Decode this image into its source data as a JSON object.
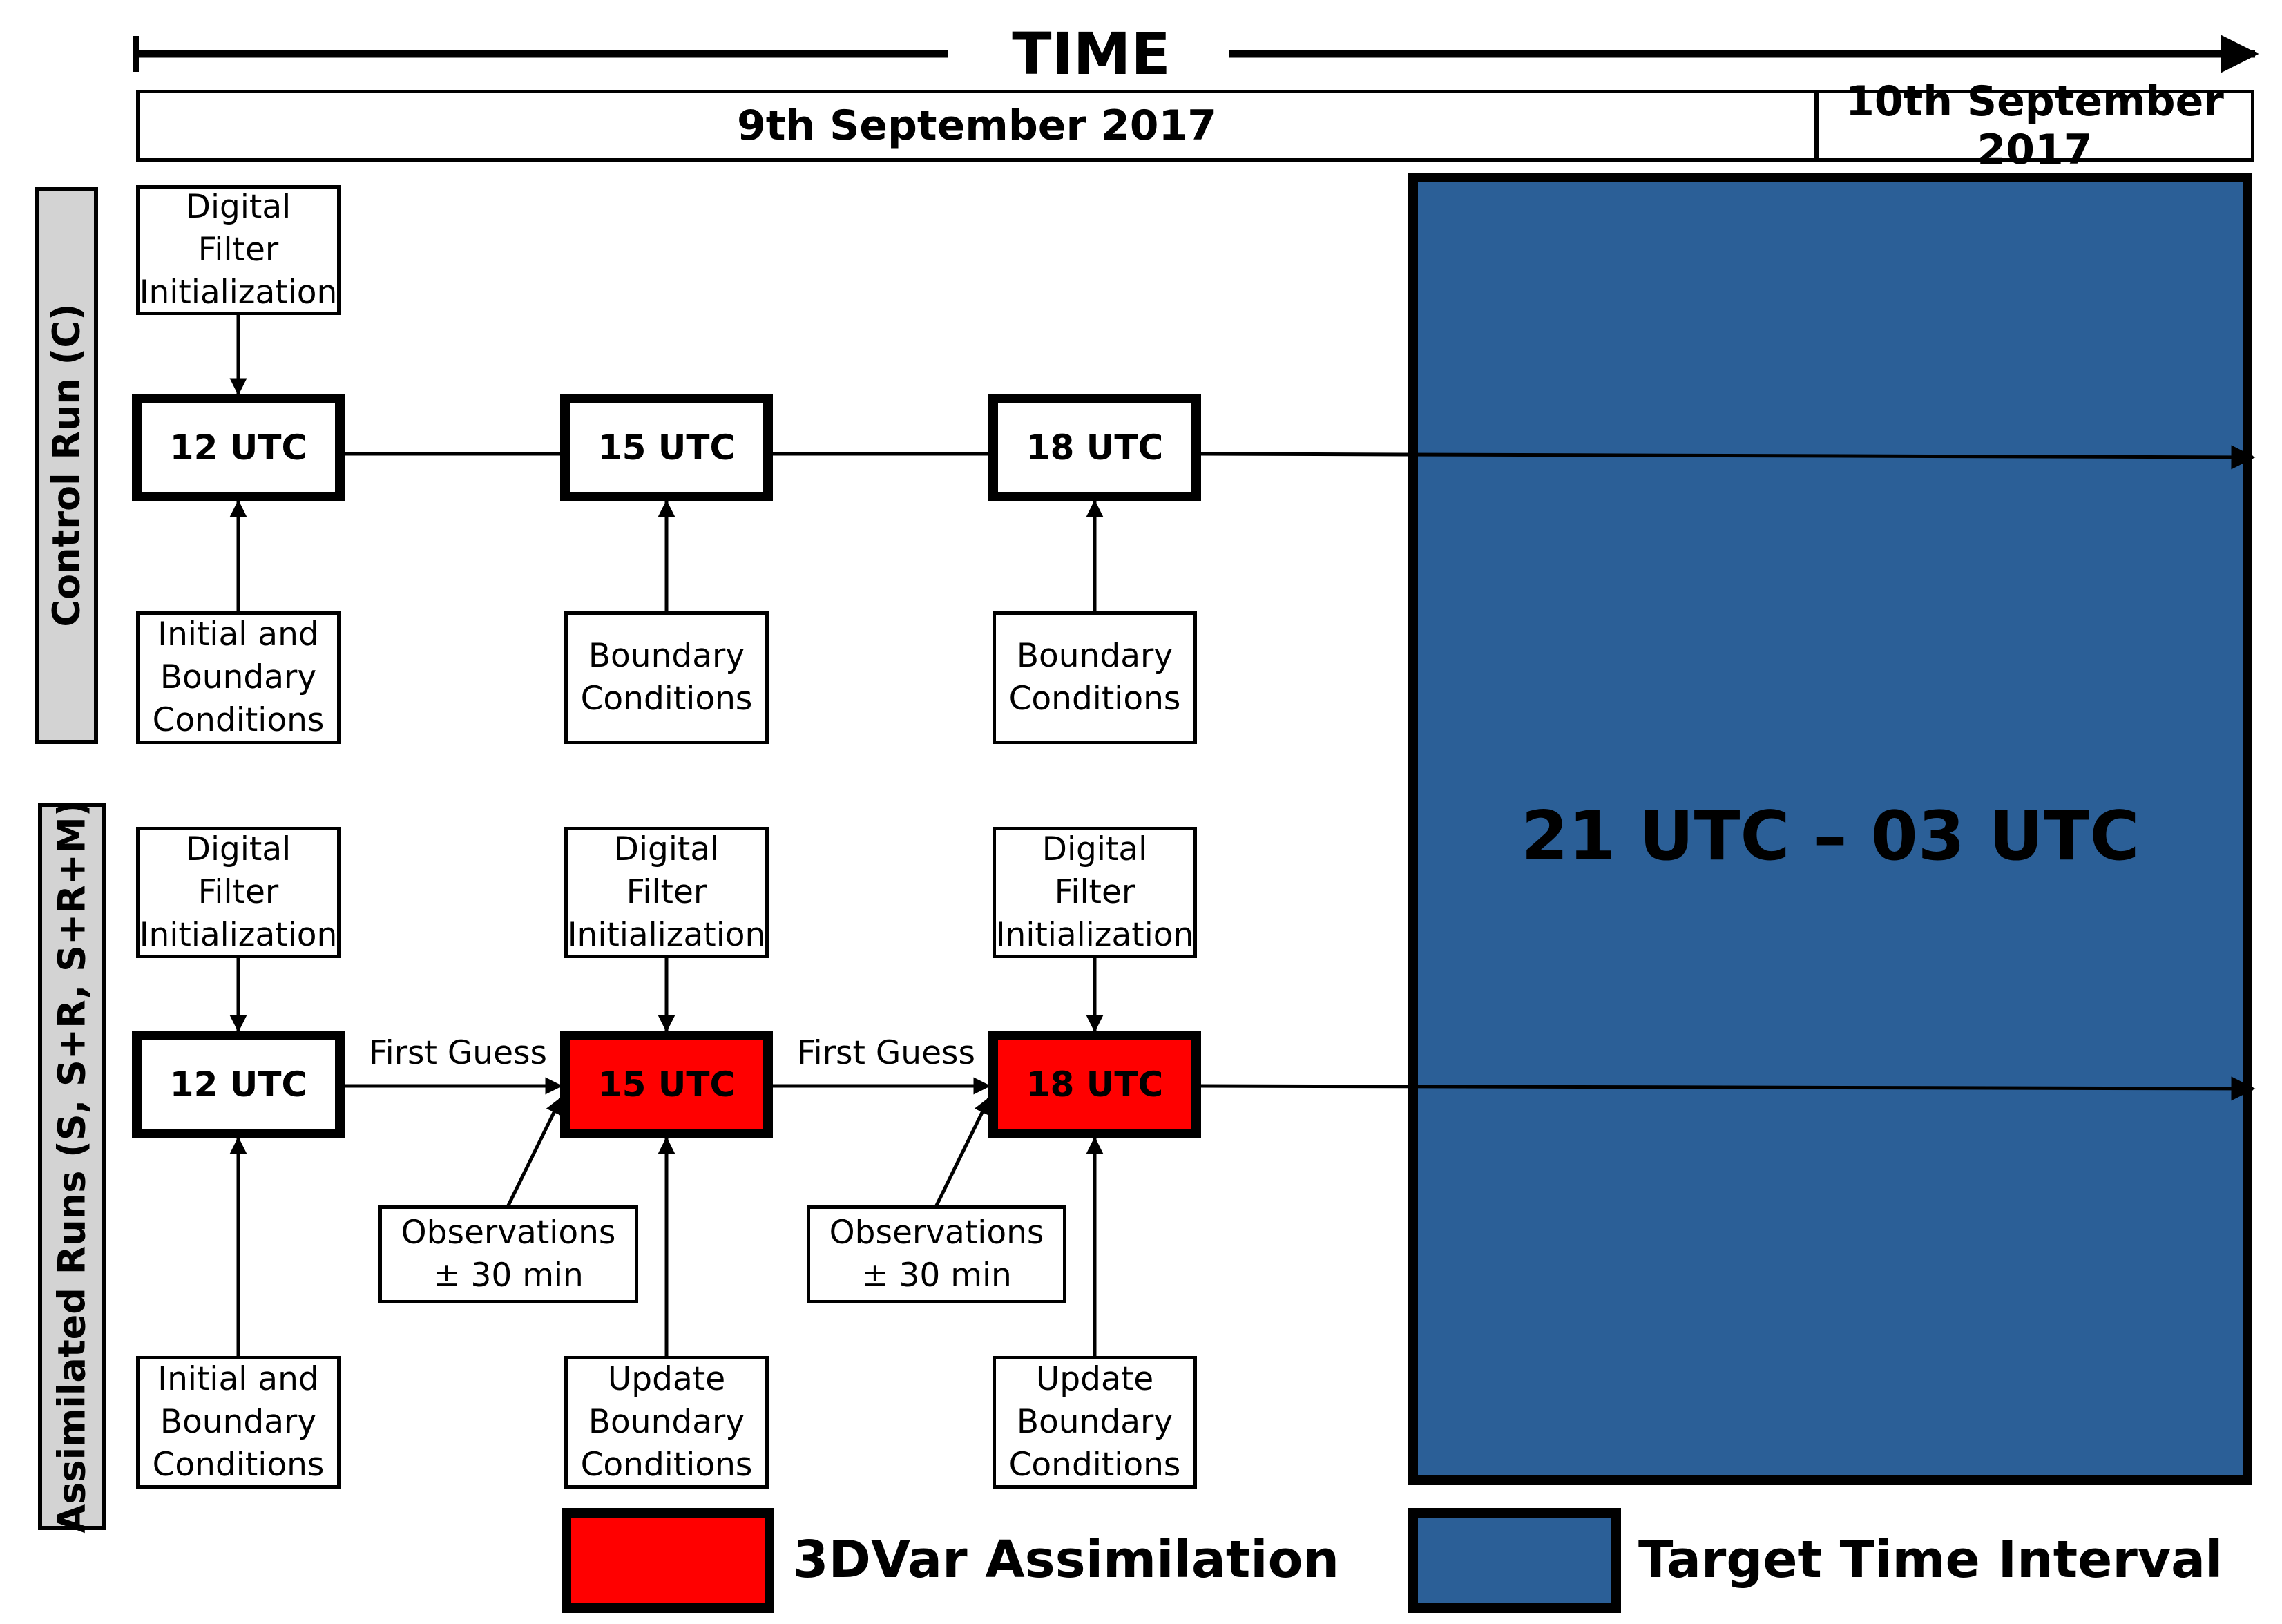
{
  "header": {
    "time_label": "TIME",
    "date_1": "9th September 2017",
    "date_2": "10th September 2017"
  },
  "side_labels": {
    "control": "Control Run (C)",
    "assimilated": "Assimilated Runs (S, S+R, S+R+M)"
  },
  "control_run": {
    "dfi": "Digital\nFilter\nInitialization",
    "utc_12": "12 UTC",
    "utc_15": "15 UTC",
    "utc_18": "18 UTC",
    "init_bc": "Initial and\nBoundary\nConditions",
    "bc_15": "Boundary\nConditions",
    "bc_18": "Boundary\nConditions"
  },
  "assimilated_run": {
    "dfi_12": "Digital\nFilter\nInitialization",
    "dfi_15": "Digital\nFilter\nInitialization",
    "dfi_18": "Digital\nFilter\nInitialization",
    "utc_12": "12 UTC",
    "utc_15": "15 UTC",
    "utc_18": "18 UTC",
    "first_guess_1": "First Guess",
    "first_guess_2": "First Guess",
    "obs_15": "Observations\n± 30 min",
    "obs_18": "Observations\n± 30 min",
    "init_bc": "Initial and\nBoundary\nConditions",
    "update_bc_15": "Update\nBoundary\nConditions",
    "update_bc_18": "Update\nBoundary\nConditions"
  },
  "target": {
    "label": "21 UTC – 03 UTC",
    "color": "#2b5f97"
  },
  "legend": {
    "assimilation": {
      "label": "3DVar Assimilation",
      "color": "#ff0000"
    },
    "target": {
      "label": "Target Time Interval",
      "color": "#2b5f97"
    }
  }
}
